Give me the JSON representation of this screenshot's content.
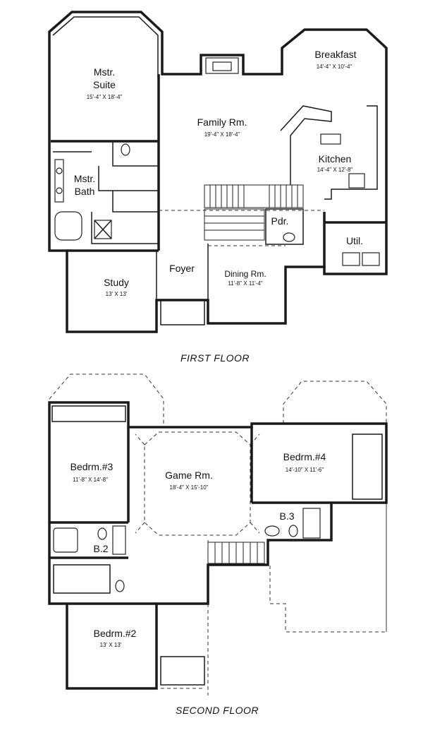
{
  "first_floor": {
    "title": "FIRST FLOOR",
    "rooms": {
      "mstr_suite": {
        "name_line1": "Mstr.",
        "name_line2": "Suite",
        "dims": "15'-4\" X 18'-4\""
      },
      "mstr_bath": {
        "name_line1": "Mstr.",
        "name_line2": "Bath"
      },
      "family": {
        "name": "Family Rm.",
        "dims": "19'-4\" X 18'-4\""
      },
      "breakfast": {
        "name": "Breakfast",
        "dims": "14'-4\" X 10'-4\""
      },
      "kitchen": {
        "name": "Kitchen",
        "dims": "14'-4\" X 12'-8\""
      },
      "pdr": {
        "name": "Pdr."
      },
      "util": {
        "name": "Util."
      },
      "study": {
        "name": "Study",
        "dims": "13' X 13'"
      },
      "foyer": {
        "name": "Foyer"
      },
      "dining": {
        "name": "Dining Rm.",
        "dims": "11'-8\" X 11'-4\""
      }
    }
  },
  "second_floor": {
    "title": "SECOND FLOOR",
    "rooms": {
      "bedrm3": {
        "name": "Bedrm.#3",
        "dims": "11'-8\" X 14'-8\""
      },
      "game": {
        "name": "Game Rm.",
        "dims": "18'-4\" X 15'-10\""
      },
      "bedrm4": {
        "name": "Bedrm.#4",
        "dims": "14'-10\" X 11'-6\""
      },
      "b3": {
        "name": "B.3"
      },
      "b2": {
        "name": "B.2"
      },
      "bedrm2": {
        "name": "Bedrm.#2",
        "dims": "13' X 13'"
      }
    }
  }
}
